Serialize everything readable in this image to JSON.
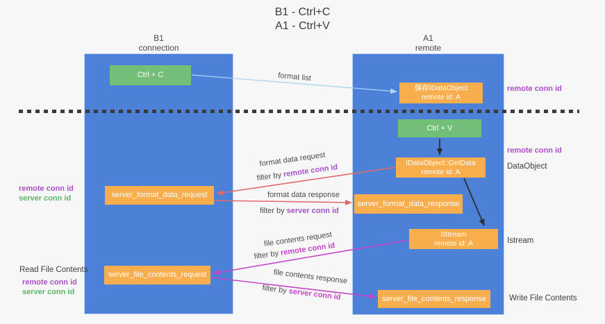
{
  "title": {
    "line1": "B1 - Ctrl+C",
    "line2": "A1 - Ctrl+V"
  },
  "lifelines": {
    "left": {
      "name": "B1",
      "role": "connection"
    },
    "right": {
      "name": "A1",
      "role": "remote"
    }
  },
  "boxes": {
    "ctrl_c": {
      "label": "Ctrl + C"
    },
    "save_dataobject": {
      "line1": "保存IDataObject",
      "line2": "remote id: A"
    },
    "ctrl_v": {
      "label": "Ctrl + V"
    },
    "getdata": {
      "line1": "IDataObject::GetData",
      "line2": "remote id: A"
    },
    "format_request": {
      "label": "server_format_data_request"
    },
    "format_response": {
      "label": "server_format_data_response"
    },
    "istream": {
      "line1": "IStream",
      "line2": "remote id: A"
    },
    "file_request": {
      "label": "server_file_contents_request"
    },
    "file_response": {
      "label": "server_file_contents_response"
    }
  },
  "flows": {
    "format_list": {
      "label": "format list"
    },
    "format_request": {
      "label": "format data request",
      "filter": "filter by",
      "key": "remote conn id"
    },
    "format_response": {
      "label": "format data response",
      "filter": "filter by",
      "key": "server conn id"
    },
    "file_request": {
      "label": "file contents request",
      "filter": "filter by",
      "key": "remote conn id"
    },
    "file_response": {
      "label": "file contents response",
      "filter": "filter by",
      "key": "server conn id"
    }
  },
  "side_labels": {
    "right_top_conn_id": "remote conn id",
    "right_mid_conn_id": "remote conn id",
    "dataobject": "DataObject",
    "istream": "Istream",
    "write_file": "Write File Contents",
    "left_remote_conn_id": "remote conn id",
    "left_server_conn_id": "server conn id",
    "read_file": "Read File Contents",
    "bottom_remote_conn_id": "remote conn id",
    "bottom_server_conn_id": "server conn id"
  },
  "colors": {
    "lifeline_blue": "#4d81d8",
    "green_box": "#74bf78",
    "orange_box": "#f9ae4d",
    "blue_arrow": "#a9d4f2",
    "black_arrow": "#2e2e2e",
    "red_arrow": "#e06a6a",
    "magenta_arrow": "#c445c4",
    "purple_text": "#ab51c6",
    "green_text": "#5db668",
    "dash_color": "#3a3a3a"
  }
}
